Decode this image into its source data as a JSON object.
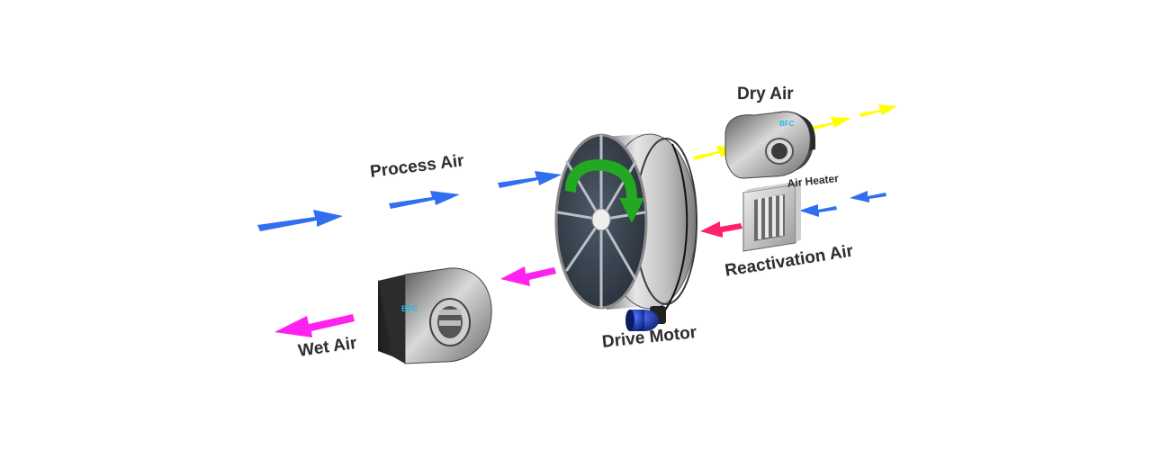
{
  "labels": {
    "process_air": "Process Air",
    "dry_air": "Dry Air",
    "air_heater": "Air Heater",
    "reactivation_air": "Reactivation Air",
    "drive_motor": "Drive Motor",
    "wet_air": "Wet Air",
    "fan_brand": "BFC"
  },
  "colors": {
    "process_air_arrow": "#2f6ff0",
    "dry_air_arrow": "#ffff00",
    "reactivation_air_arrow": "#2f6ff0",
    "heated_air_arrow": "#ff1f6a",
    "wet_air_arrow": "#ff22ee",
    "rotation_arrow": "#22a822",
    "motor": "#1a3bb0",
    "brand_text": "#2bb6ee"
  },
  "icons": {
    "rotor": "desiccant-wheel-icon",
    "process_fan": "blower-fan-icon",
    "reactivation_fan": "blower-fan-icon",
    "heater": "air-heater-icon",
    "motor": "drive-motor-icon"
  }
}
